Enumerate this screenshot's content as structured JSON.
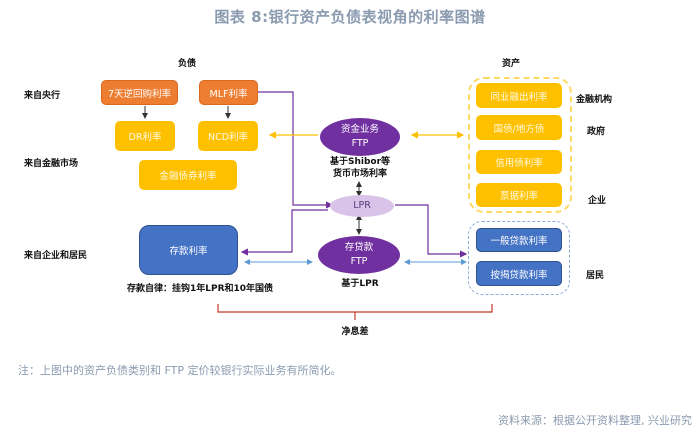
{
  "title": "图表 8:银行资产负债表视角的利率图谱",
  "columns": {
    "liabilities": "负债",
    "assets": "资产"
  },
  "left_labels": {
    "central_bank": "来自央行",
    "financial_market": "来自金融市场",
    "corp_household": "来自企业和居民"
  },
  "liability_boxes": {
    "reverse_repo": "7天逆回购利率",
    "mlf": "MLF利率",
    "dr": "DR利率",
    "ncd": "NCD利率",
    "fin_bond": "金融债券利率",
    "deposit": "存款利率"
  },
  "deposit_caption": "存款自律：挂钩1年LPR和10年国债",
  "ftp": {
    "funds": {
      "line1": "资金业务",
      "line2": "FTP",
      "caption1": "基于Shibor等",
      "caption2": "货币市场利率"
    },
    "lpr": "LPR",
    "loan": {
      "line1": "存贷款",
      "line2": "FTP",
      "caption": "基于LPR"
    }
  },
  "asset_boxes": {
    "interbank": "同业融出利率",
    "gov_bond": "国债/地方债",
    "credit_bond": "信用债利率",
    "bill": "票据利率",
    "general_loan": "一般贷款利率",
    "mortgage": "按揭贷款利率"
  },
  "right_labels": {
    "financial_inst": "金融机构",
    "government": "政府",
    "enterprise": "企业",
    "household": "居民"
  },
  "nim_label": "净息差",
  "note": "注：上图中的资产负债类别和 FTP 定价较银行实际业务有所简化。",
  "source": "资料来源：根据公开资料整理, 兴业研究",
  "colors": {
    "orange": "#ed7d31",
    "yellow": "#ffc000",
    "blue": "#4472c4",
    "purple": "#7030a0",
    "lpr": "#d9c3e9",
    "red": "#c0392b",
    "line_blue": "#9dc3e6"
  }
}
